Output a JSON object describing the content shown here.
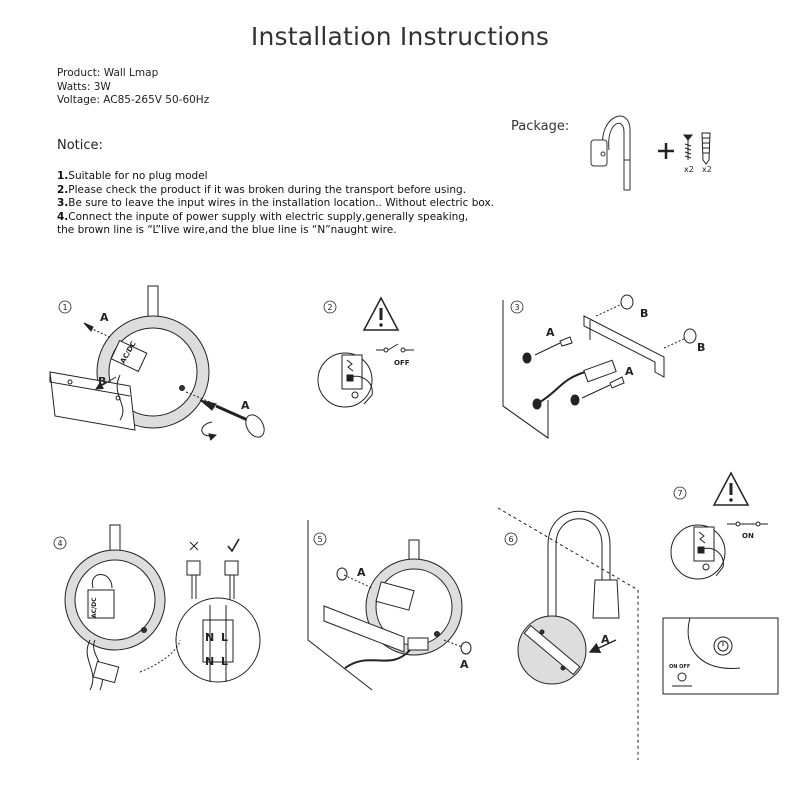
{
  "title": "Installation Instructions",
  "specs": [
    "Product: Wall Lmap",
    "Watts: 3W",
    "Voltage: AC85-265V 50-60Hz"
  ],
  "notice_heading": "Notice:",
  "notices": [
    {
      "num": "1.",
      "text": "Suitable for no plug model"
    },
    {
      "num": "2.",
      "text": "Please check the product if it was broken during the transport before using."
    },
    {
      "num": "3.",
      "text": "Be sure to leave the input wires in the installation location.. Without electric box."
    },
    {
      "num": "4.",
      "text": "Connect the inpute of power supply with electric supply,generally speaking,"
    },
    {
      "num": "",
      "text": "the brown line is “L”live wire,and the blue line is “N”naught wire."
    }
  ],
  "package_label": "Package:",
  "package_qty": [
    "x2",
    "x2"
  ],
  "steps": [
    "1",
    "2",
    "3",
    "4",
    "5",
    "6",
    "7"
  ],
  "labels": {
    "a": "A",
    "b": "B",
    "acdc": "AC/DC",
    "off": "OFF",
    "on": "ON",
    "n": "N",
    "l": "L",
    "on_off": "ON  OFF"
  }
}
